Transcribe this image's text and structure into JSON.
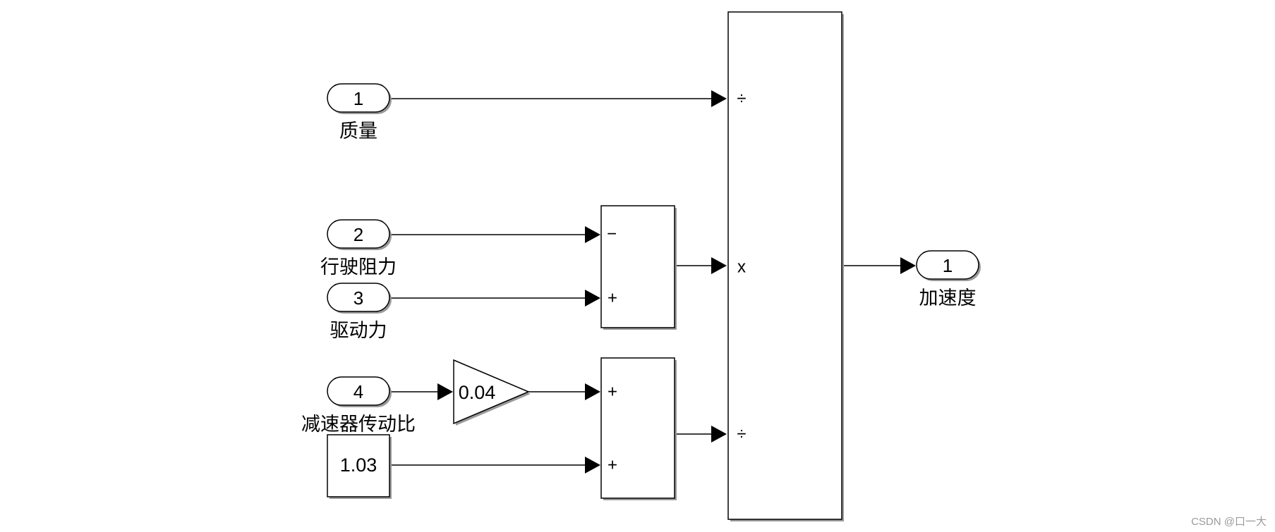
{
  "inports": [
    {
      "number": "1",
      "label": "质量"
    },
    {
      "number": "2",
      "label": "行驶阻力"
    },
    {
      "number": "3",
      "label": "驱动力"
    },
    {
      "number": "4",
      "label": "减速器传动比"
    }
  ],
  "outport": {
    "number": "1",
    "label": "加速度"
  },
  "gain": {
    "value": "0.04"
  },
  "constant": {
    "value": "1.03"
  },
  "sum_top": {
    "signs": [
      "−",
      "+"
    ]
  },
  "sum_bottom": {
    "signs": [
      "+",
      "+"
    ]
  },
  "product": {
    "signs": [
      "÷",
      "x",
      "÷"
    ]
  },
  "watermark": "CSDN @口一大"
}
